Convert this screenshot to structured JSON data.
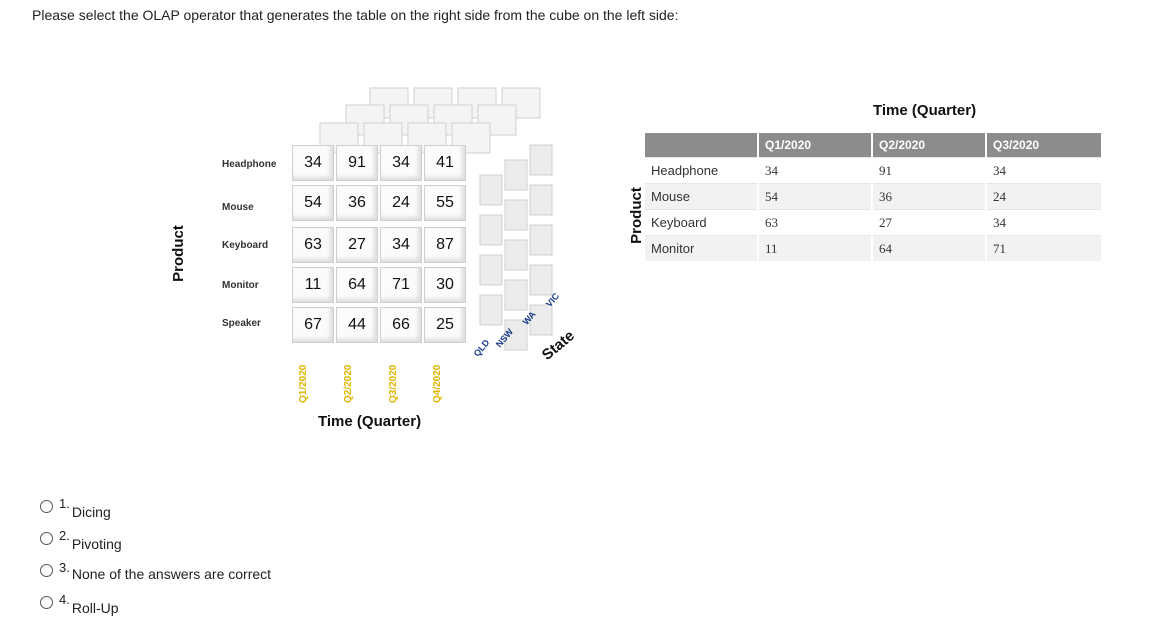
{
  "question": "Please select the OLAP operator that generates the table on the right side from the cube on the left side:",
  "cube": {
    "product_axis": "Product",
    "time_axis": "Time (Quarter)",
    "state_axis": "State",
    "products": [
      "Headphone",
      "Mouse",
      "Keyboard",
      "Monitor",
      "Speaker"
    ],
    "quarters": [
      "Q1/2020",
      "Q2/2020",
      "Q3/2020",
      "Q4/2020"
    ],
    "states": [
      "QLD",
      "NSW",
      "WA",
      "VIC"
    ],
    "values": [
      [
        "34",
        "91",
        "34",
        "41"
      ],
      [
        "54",
        "36",
        "24",
        "55"
      ],
      [
        "63",
        "27",
        "34",
        "87"
      ],
      [
        "11",
        "64",
        "71",
        "30"
      ],
      [
        "67",
        "44",
        "66",
        "25"
      ]
    ]
  },
  "result_table": {
    "product_axis": "Product",
    "time_axis": "Time (Quarter)",
    "headers": [
      "",
      "Q1/2020",
      "Q2/2020",
      "Q3/2020"
    ],
    "rows": [
      [
        "Headphone",
        "34",
        "91",
        "34"
      ],
      [
        "Mouse",
        "54",
        "36",
        "24"
      ],
      [
        "Keyboard",
        "63",
        "27",
        "34"
      ],
      [
        "Monitor",
        "11",
        "64",
        "71"
      ]
    ]
  },
  "options": [
    {
      "num": "1.",
      "label": "Dicing"
    },
    {
      "num": "2.",
      "label": "Pivoting"
    },
    {
      "num": "3.",
      "label": "None of the answers are correct"
    },
    {
      "num": "4.",
      "label": "Roll-Up"
    }
  ]
}
